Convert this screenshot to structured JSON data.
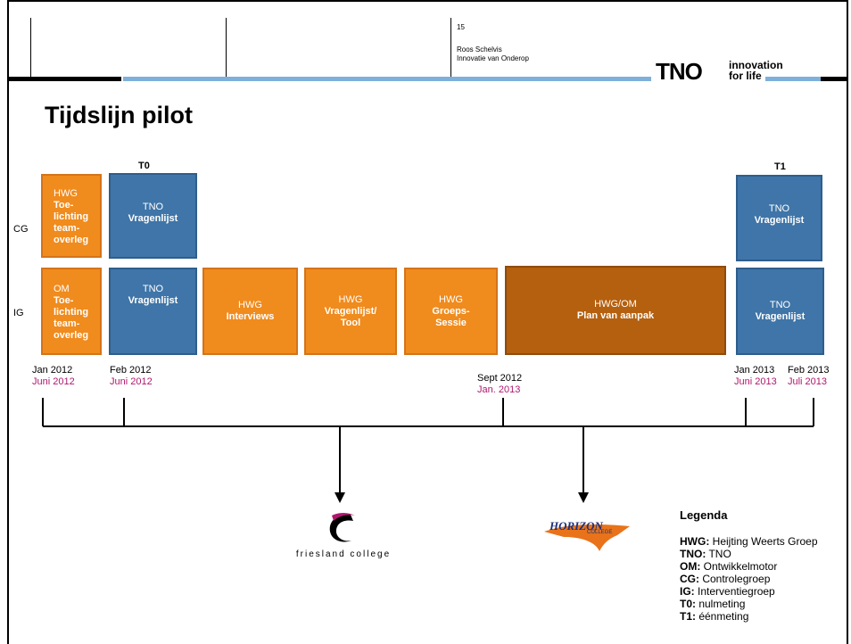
{
  "header": {
    "page_number": "15",
    "author": "Roos Schelvis",
    "subtitle": "Innovatie van Onderop"
  },
  "logo": {
    "brand": "TNO",
    "tagline_1": "innovation",
    "tagline_2": "for life"
  },
  "title": "Tijdslijn pilot",
  "markers": {
    "t0": "T0",
    "t1": "T1"
  },
  "rows": {
    "cg": "CG",
    "ig": "IG"
  },
  "boxes": {
    "cg_hwg": {
      "l1": "HWG",
      "l2": "Toe-\nlichting\nteam-\noverleg"
    },
    "cg_tno1": {
      "l1": "TNO",
      "l2": "Vragenlijst"
    },
    "cg_tno2": {
      "l1": "TNO",
      "l2": "Vragenlijst"
    },
    "ig_om": {
      "l1": "OM",
      "l2": "Toe-\nlichting\nteam-\noverleg"
    },
    "ig_tno1": {
      "l1": "TNO",
      "l2": "Vragenlijst"
    },
    "ig_interviews": {
      "l1": "HWG",
      "l2": "Interviews"
    },
    "ig_vragenlijst": {
      "l1": "HWG",
      "l2": "Vragenlijst/\nTool"
    },
    "ig_groeps": {
      "l1": "HWG",
      "l2": "Groeps-\nSessie"
    },
    "ig_plan": {
      "l1": "HWG/OM",
      "l2": "Plan van aanpak"
    },
    "ig_tno2": {
      "l1": "TNO",
      "l2": "Vragenlijst"
    }
  },
  "dates": {
    "d1": {
      "main": "Jan 2012",
      "alt": "Juni 2012"
    },
    "d2": {
      "main": "Feb 2012",
      "alt": "Juni 2012"
    },
    "d3": {
      "main": "Sept 2012",
      "alt": "Jan. 2013"
    },
    "d4": {
      "main": "Jan 2013",
      "alt": "Juni 2013"
    },
    "d5": {
      "main": "Feb 2013",
      "alt": "Juli 2013"
    }
  },
  "logos": {
    "friesland": "friesland college",
    "horizon": "HORIZON",
    "horizon_sub": "COLLEGE"
  },
  "legend": {
    "title": "Legenda",
    "items": [
      {
        "key": "HWG:",
        "value": " Heijting Weerts Groep"
      },
      {
        "key": "TNO:",
        "value": " TNO"
      },
      {
        "key": "OM:",
        "value": " Ontwikkelmotor"
      },
      {
        "key": "CG:",
        "value": " Controlegroep"
      },
      {
        "key": "IG:",
        "value": " Interventiegroep"
      },
      {
        "key": "T0:",
        "value": " nulmeting"
      },
      {
        "key": "T1:",
        "value": " éénmeting"
      }
    ]
  },
  "colors": {
    "orange": "#f08b1d",
    "blue": "#3f75a8",
    "brown": "#b5600f",
    "band_blue": "#7fb0d9",
    "alt_date": "#b0176e"
  }
}
